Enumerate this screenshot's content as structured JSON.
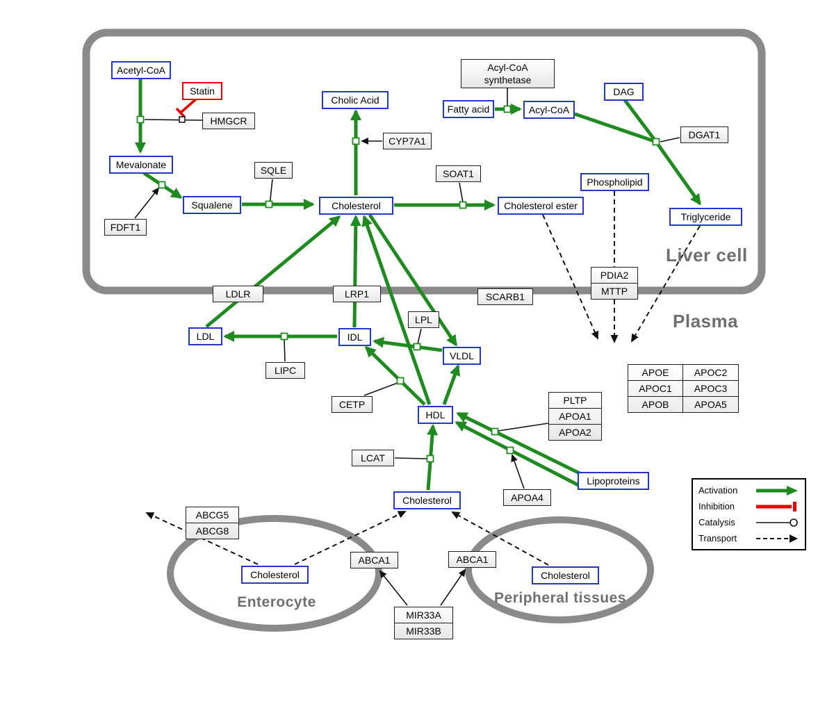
{
  "regions": {
    "liver_cell": "Liver cell",
    "plasma": "Plasma",
    "enterocyte": "Enterocyte",
    "peripheral_tissues": "Peripheral tissues"
  },
  "legend": {
    "activation": "Activation",
    "inhibition": "Inhibition",
    "catalysis": "Catalysis",
    "transport": "Transport"
  },
  "colors": {
    "activation_green": "#1f8a1f",
    "inhibition_red": "#e80000",
    "metabolite_blue": "#2336c9",
    "membrane_gray": "#8a8a8a"
  },
  "nodes": {
    "acetyl_coa": "Acetyl-CoA",
    "statin": "Statin",
    "hmgcr": "HMGCR",
    "mevalonate": "Mevalonate",
    "sqle": "SQLE",
    "squalene": "Squalene",
    "fdft1": "FDFT1",
    "cholic_acid": "Cholic Acid",
    "cyp7a1": "CYP7A1",
    "cholesterol_liver": "Cholesterol",
    "soat1": "SOAT1",
    "cholesterol_ester": "Cholesterol ester",
    "acyl_coa_synthetase": [
      "Acyl-CoA",
      "synthetase"
    ],
    "fatty_acid": "Fatty acid",
    "acyl_coa": "Acyl-CoA",
    "dag": "DAG",
    "dgat1": "DGAT1",
    "phospholipid": "Phospholipid",
    "triglyceride": "Triglyceride",
    "pdia2": "PDIA2",
    "mttp": "MTTP",
    "ldlr": "LDLR",
    "lrp1": "LRP1",
    "scarb1": "SCARB1",
    "ldl": "LDL",
    "idl": "IDL",
    "lpl": "LPL",
    "vldl": "VLDL",
    "lipc": "LIPC",
    "cetp": "CETP",
    "hdl": "HDL",
    "pltp": "PLTP",
    "apoa1": "APOA1",
    "apoa2": "APOA2",
    "apo_table": [
      [
        "APOE",
        "APOC2"
      ],
      [
        "APOC1",
        "APOC3"
      ],
      [
        "APOB",
        "APOA5"
      ]
    ],
    "lcat": "LCAT",
    "lipoproteins": "Lipoproteins",
    "apoa4": "APOA4",
    "cholesterol_plasma": "Cholesterol",
    "abcg5": "ABCG5",
    "abcg8": "ABCG8",
    "cholesterol_enterocyte": "Cholesterol",
    "abca1_enterocyte": "ABCA1",
    "abca1_peripheral": "ABCA1",
    "cholesterol_peripheral": "Cholesterol",
    "mir33a": "MIR33A",
    "mir33b": "MIR33B"
  }
}
